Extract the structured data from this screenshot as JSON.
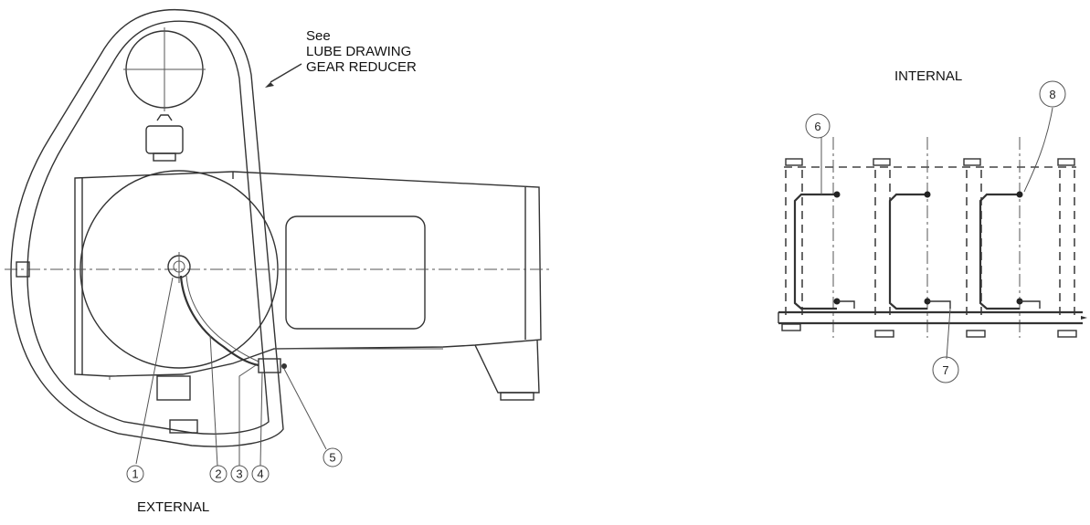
{
  "notes": {
    "see_line1": "See",
    "see_line2": "LUBE DRAWING",
    "see_line3": "GEAR REDUCER"
  },
  "views": {
    "external_title": "EXTERNAL",
    "internal_title": "INTERNAL"
  },
  "callouts": {
    "c1": "1",
    "c2": "2",
    "c3": "3",
    "c4": "4",
    "c5": "5",
    "c6": "6",
    "c7": "7",
    "c8": "8"
  }
}
